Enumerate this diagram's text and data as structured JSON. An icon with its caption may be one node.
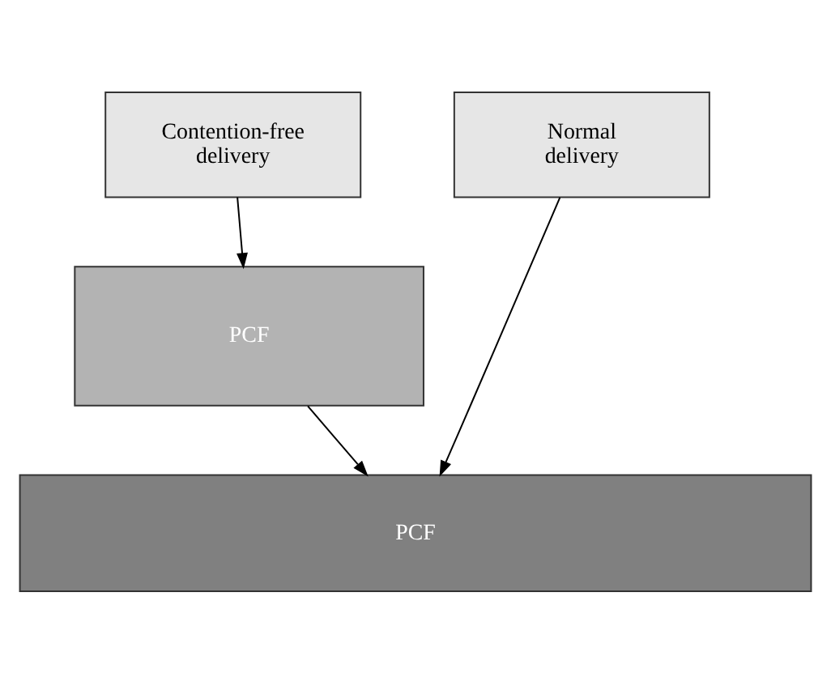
{
  "diagram": {
    "nodes": [
      {
        "text": [
          "Contention-free delivery"
        ]
      },
      {
        "text": [
          "Normal delivery"
        ]
      },
      {
        "text": [
          "PCF"
        ]
      },
      {
        "text": [
          "PCF"
        ]
      }
    ],
    "edges": [
      {
        "from": 0,
        "to": 2,
        "arrow": "to"
      },
      {
        "from": 2,
        "to": 3,
        "arrow": "to"
      },
      {
        "from": 1,
        "to": 3,
        "arrow": "to"
      }
    ]
  }
}
